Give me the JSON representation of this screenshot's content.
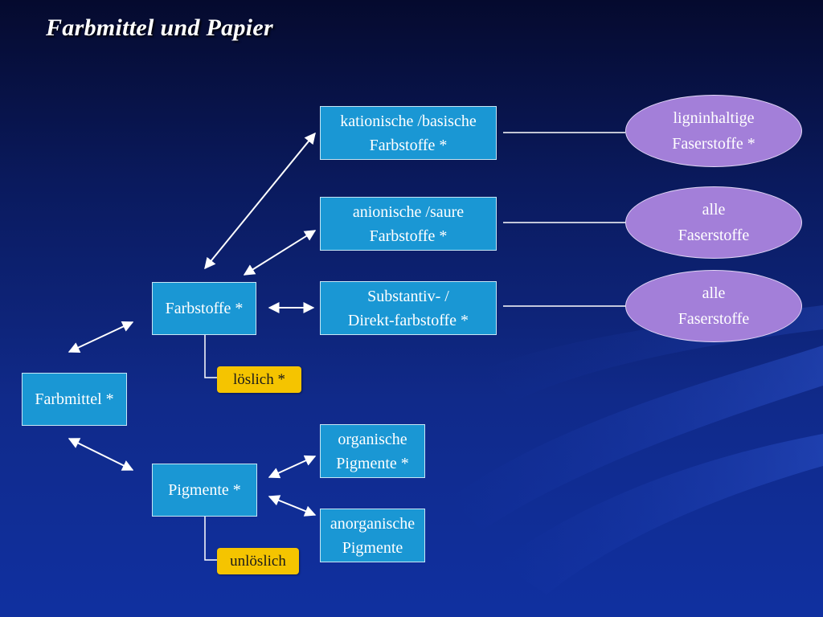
{
  "slide": {
    "title": "Farbmittel und Papier"
  },
  "nodes": {
    "farbmittel": "Farbmittel *",
    "farbstoffe": "Farbstoffe *",
    "pigmente": "Pigmente *",
    "loeslich": "löslich *",
    "unloeslich": "unlöslich",
    "kationische": [
      "kationische /basische",
      "Farbstoffe *"
    ],
    "anionische": [
      "anionische /saure",
      "Farbstoffe *"
    ],
    "substantiv": [
      "Substantiv- /",
      "Direkt-farbstoffe *"
    ],
    "organische": [
      "organische",
      "Pigmente *"
    ],
    "anorganische": [
      "anorganische",
      "Pigmente"
    ]
  },
  "ovals": {
    "ligninhaltige": [
      "ligninhaltige",
      "Faserstoffe *"
    ],
    "alle1": [
      "alle",
      "Faserstoffe"
    ],
    "alle2": [
      "alle",
      "Faserstoffe"
    ]
  },
  "colors": {
    "box_fill": "#1a97d4",
    "tag_fill": "#f5c400",
    "oval_fill": "#a37fd9",
    "background": "#0a1a5e",
    "connector": "#ffffff"
  }
}
